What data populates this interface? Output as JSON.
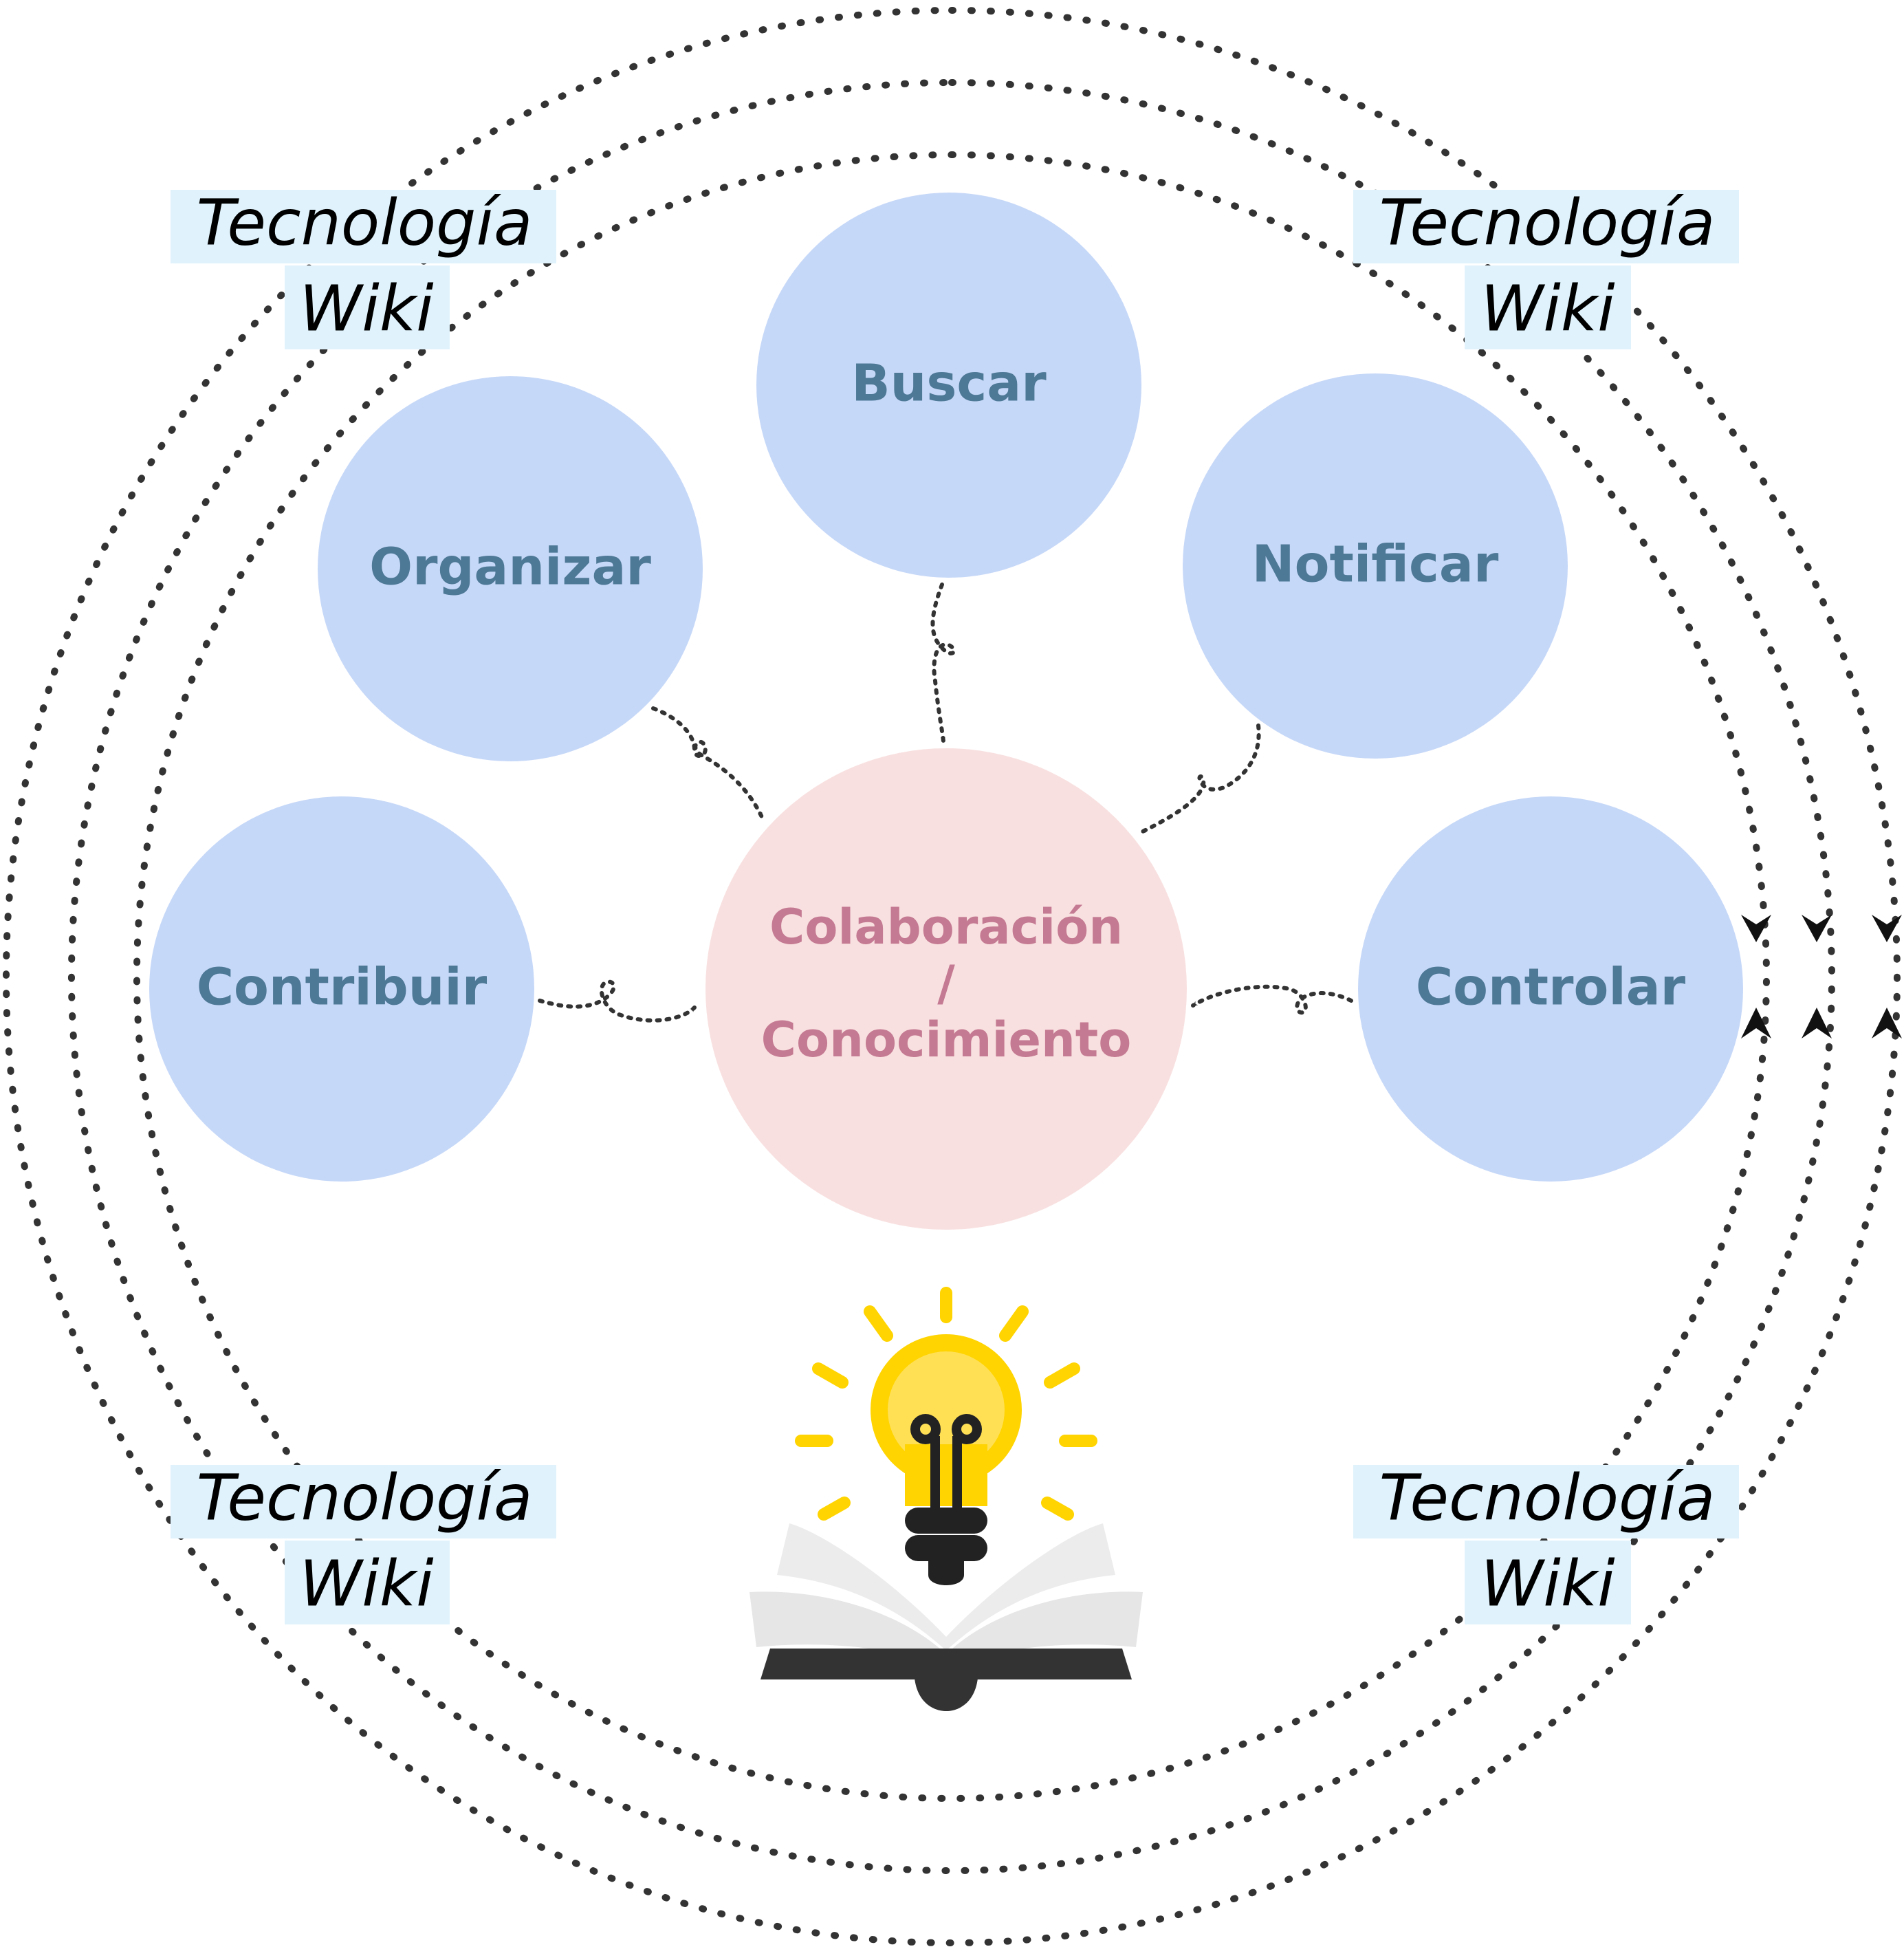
{
  "diagram": {
    "center": {
      "lines": [
        "Colaboración",
        "/",
        "Conocimiento"
      ]
    },
    "nodes": [
      {
        "id": "buscar",
        "label": "Buscar"
      },
      {
        "id": "organizar",
        "label": "Organizar"
      },
      {
        "id": "notificar",
        "label": "Notificar"
      },
      {
        "id": "contribuir",
        "label": "Contribuir"
      },
      {
        "id": "controlar",
        "label": "Controlar"
      }
    ],
    "wiki_labels": [
      {
        "id": "top-left",
        "line1": "Tecnología",
        "line2": "Wiki"
      },
      {
        "id": "top-right",
        "line1": "Tecnología",
        "line2": "Wiki"
      },
      {
        "id": "bottom-left",
        "line1": "Tecnología",
        "line2": "Wiki"
      },
      {
        "id": "bottom-right",
        "line1": "Tecnología",
        "line2": "Wiki"
      }
    ],
    "illustration": {
      "icon": "lightbulb-book-icon"
    },
    "colors": {
      "node_fill": "#c6d8f8",
      "node_text": "#4d7896",
      "center_fill": "#f9e0e0",
      "center_text": "#c47a92",
      "label_bg": "#e0f3fc",
      "arrow": "#333333",
      "bulb": "#ffd400",
      "book": "#333333"
    }
  }
}
